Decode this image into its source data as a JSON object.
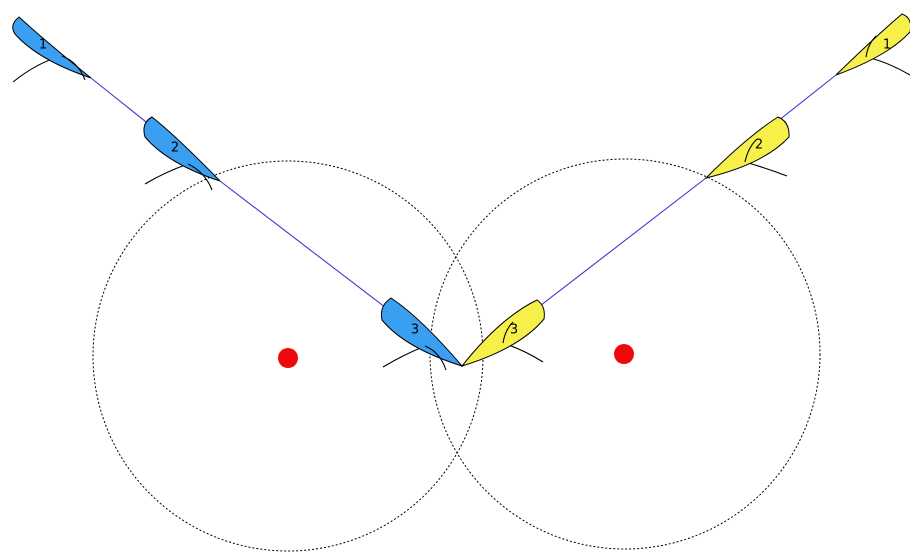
{
  "colors": {
    "blue_boat": "#3a9ff0",
    "yellow_boat": "#f8f04a",
    "track_line": "#3a3ad0",
    "mark": "#ee0a0a",
    "zone_circle": "#000000"
  },
  "marks": [
    "red-mark",
    "red-mark"
  ],
  "boats": [
    {
      "color_key": "blue_boat",
      "positions": [
        {
          "label": "1"
        },
        {
          "label": "2"
        },
        {
          "label": "3"
        }
      ]
    },
    {
      "color_key": "yellow_boat",
      "positions": [
        {
          "label": "1"
        },
        {
          "label": "2"
        },
        {
          "label": "3"
        }
      ]
    }
  ]
}
